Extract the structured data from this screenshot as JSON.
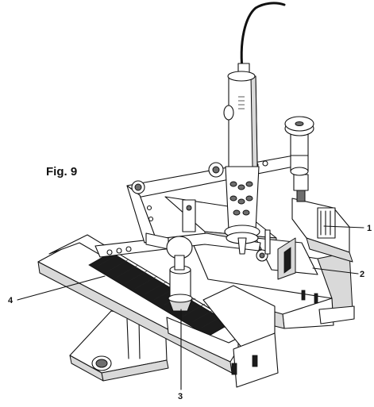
{
  "figure": {
    "title": "Fig. 9",
    "callouts": [
      {
        "id": "1",
        "label": "1"
      },
      {
        "id": "2",
        "label": "2"
      },
      {
        "id": "3",
        "label": "3"
      },
      {
        "id": "4",
        "label": "4"
      }
    ]
  },
  "colors": {
    "line": "#111111",
    "background": "#ffffff",
    "shade": "#d9d9d9",
    "dark": "#1c1c1c"
  }
}
